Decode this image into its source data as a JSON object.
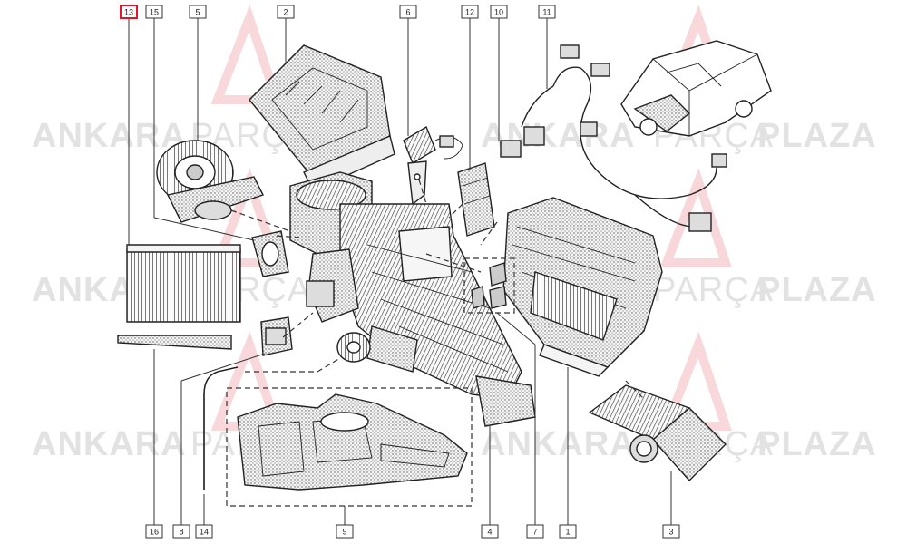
{
  "watermark": {
    "text_a": "ANKARA",
    "text_b": "PARÇA",
    "text_c": "PLAZA"
  },
  "callouts": [
    {
      "id": "c13",
      "label": "13",
      "highlighted": true
    },
    {
      "id": "c15",
      "label": "15"
    },
    {
      "id": "c5",
      "label": "5"
    },
    {
      "id": "c2",
      "label": "2"
    },
    {
      "id": "c6",
      "label": "6"
    },
    {
      "id": "c12",
      "label": "12"
    },
    {
      "id": "c10",
      "label": "10"
    },
    {
      "id": "c11",
      "label": "11"
    },
    {
      "id": "c16",
      "label": "16"
    },
    {
      "id": "c8",
      "label": "8"
    },
    {
      "id": "c14",
      "label": "14"
    },
    {
      "id": "c9",
      "label": "9"
    },
    {
      "id": "c4",
      "label": "4"
    },
    {
      "id": "c7",
      "label": "7"
    },
    {
      "id": "c1",
      "label": "1"
    },
    {
      "id": "c3",
      "label": "3"
    }
  ],
  "colors": {
    "highlight": "#e0162b",
    "watermark": "#e2e2e2",
    "logo_red": "#f3b8bd",
    "ink": "#222222"
  }
}
